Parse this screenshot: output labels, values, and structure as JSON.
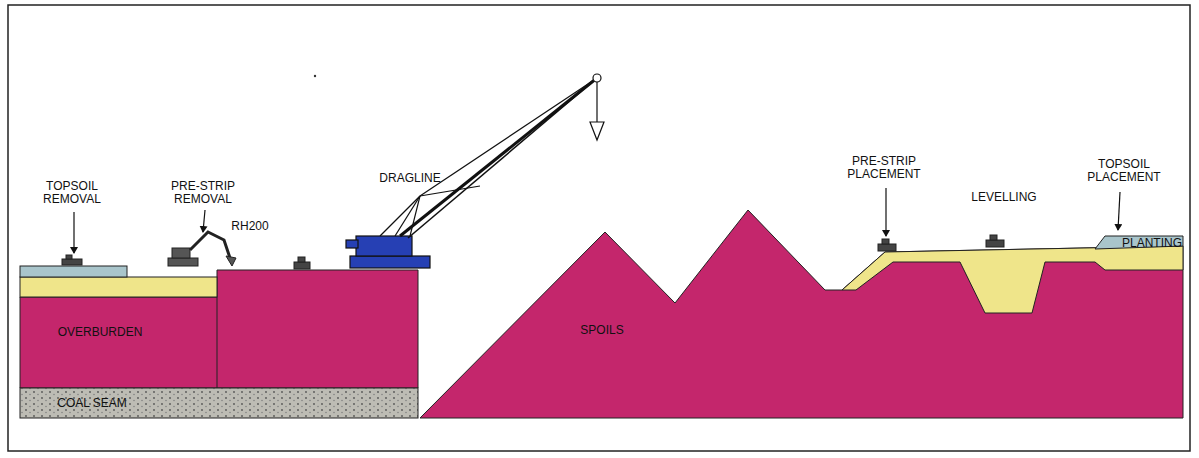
{
  "diagram": {
    "labels": [
      "TOPSOIL REMOVAL",
      "PRE-STRIP REMOVAL",
      "RH200",
      "DRAGLINE",
      "PRE-STRIP PLACEMENT",
      "LEVELLING",
      "TOPSOIL PLACEMENT",
      "PLANTING",
      "OVERBURDEN",
      "COAL SEAM",
      "SPOILS"
    ]
  }
}
